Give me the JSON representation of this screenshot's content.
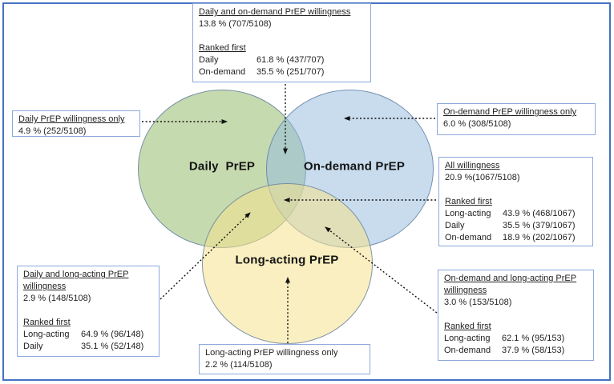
{
  "figure": {
    "frame_color": "#4472c4",
    "box_border_color": "#8ea9db",
    "arrow_color": "#111111",
    "text_color": "#1f1f1f"
  },
  "labels": {
    "ranked_first": "Ranked first"
  },
  "circles": {
    "daily": {
      "label": "Daily  PrEP",
      "fill": "#c6dab0",
      "raw_fill": "#8db561",
      "border": "#5a78a0"
    },
    "ondemand": {
      "label": "On-demand PrEP",
      "fill": "#c8dcee",
      "raw_fill": "#91b9dd",
      "border": "#5a78a0"
    },
    "longacting": {
      "label": "Long-acting PrEP",
      "fill": "#faf0c6",
      "raw_fill": "#f5e18d",
      "border": "#5a78a0"
    }
  },
  "callouts": {
    "daily_ondemand": {
      "title": "Daily and on-demand PrEP willingness",
      "value": "13.8 % (707/5108)",
      "ranked": [
        {
          "label": "Daily",
          "value": "61.8 % (437/707)"
        },
        {
          "label": "On-demand",
          "value": "35.5 % (251/707)"
        }
      ]
    },
    "daily_only": {
      "title": "Daily PrEP willingness only",
      "value": "4.9 % (252/5108)"
    },
    "ondemand_only": {
      "title": "On-demand PrEP willingness only",
      "value": "6.0 % (308/5108)"
    },
    "all": {
      "title": "All willingness",
      "value": "20.9 %(1067/5108)",
      "ranked": [
        {
          "label": "Long-acting",
          "value": "43.9 % (468/1067)"
        },
        {
          "label": "Daily",
          "value": "35.5 % (379/1067)"
        },
        {
          "label": "On-demand",
          "value": "18.9 % (202/1067)"
        }
      ]
    },
    "daily_longacting": {
      "title": "Daily and long-acting PrEP willingness",
      "value": "2.9 % (148/5108)",
      "ranked": [
        {
          "label": "Long-acting",
          "value": "64.9 % (96/148)"
        },
        {
          "label": "Daily",
          "value": "35.1 % (52/148)"
        }
      ]
    },
    "ondemand_longacting": {
      "title": "On-demand and long-acting PrEP willingness",
      "value": "3.0 % (153/5108)",
      "ranked": [
        {
          "label": "Long-acting",
          "value": "62.1 % (95/153)"
        },
        {
          "label": "On-demand",
          "value": "37.9 % (58/153)"
        }
      ]
    },
    "longacting_only": {
      "title": "Long-acting PrEP willingness only",
      "value": "2.2 % (114/5108)"
    }
  }
}
